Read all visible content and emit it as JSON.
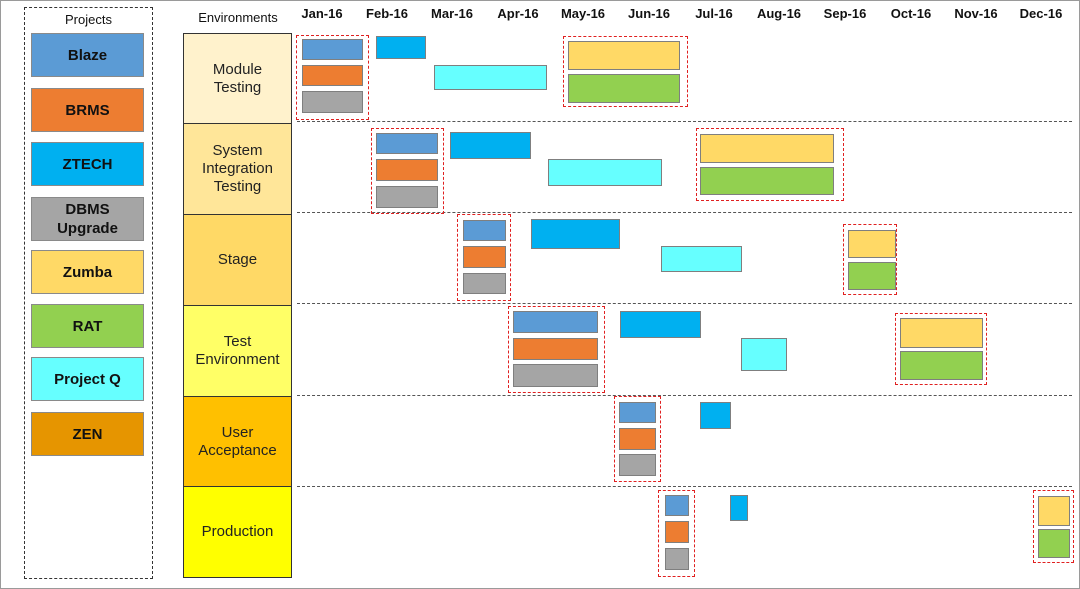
{
  "legend": {
    "title": "Projects",
    "items": [
      {
        "key": "blaze",
        "label": "Blaze",
        "color": "#5b9bd5"
      },
      {
        "key": "brms",
        "label": "BRMS",
        "color": "#ed7d31"
      },
      {
        "key": "ztech",
        "label": "ZTECH",
        "color": "#00b0f0"
      },
      {
        "key": "dbms",
        "label": "DBMS Upgrade",
        "color": "#a5a5a5"
      },
      {
        "key": "zumba",
        "label": "Zumba",
        "color": "#ffd966"
      },
      {
        "key": "rat",
        "label": "RAT",
        "color": "#92d050"
      },
      {
        "key": "projectq",
        "label": "Project Q",
        "color": "#66ffff"
      },
      {
        "key": "zen",
        "label": "ZEN",
        "color": "#e69500"
      }
    ]
  },
  "environments": {
    "header": "Environments",
    "rows": [
      {
        "label": "Module Testing",
        "color": "#fff2cc"
      },
      {
        "label": "System Integration Testing",
        "color": "#ffe699"
      },
      {
        "label": "Stage",
        "color": "#ffd966"
      },
      {
        "label": "Test Environment",
        "color": "#ffff66"
      },
      {
        "label": "User Acceptance",
        "color": "#ffc000"
      },
      {
        "label": "Production",
        "color": "#ffff00"
      }
    ]
  },
  "months": [
    "Jan-16",
    "Feb-16",
    "Mar-16",
    "Apr-16",
    "May-16",
    "Jun-16",
    "Jul-16",
    "Aug-16",
    "Sep-16",
    "Oct-16",
    "Nov-16",
    "Dec-16"
  ]
}
